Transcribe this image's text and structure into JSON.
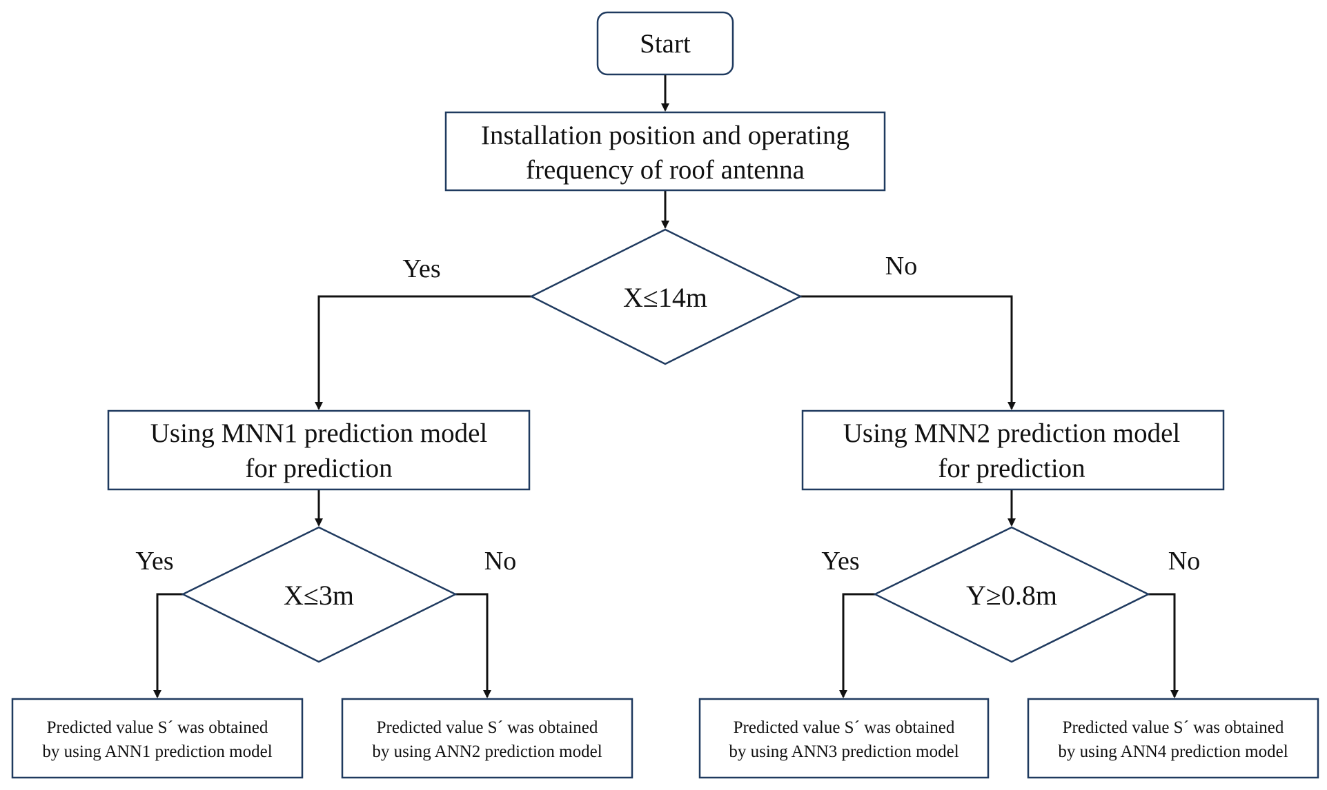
{
  "flowchart": {
    "start": {
      "label": "Start"
    },
    "input": {
      "lines": [
        "Installation position and operating",
        "frequency of roof antenna"
      ]
    },
    "decision_main": {
      "label": "X≤14m",
      "yes": "Yes",
      "no": "No"
    },
    "mnn1": {
      "lines": [
        "Using MNN1 prediction model",
        "for prediction"
      ]
    },
    "mnn2": {
      "lines": [
        "Using MNN2 prediction model",
        "for prediction"
      ]
    },
    "decision_left": {
      "label": "X≤3m",
      "yes": "Yes",
      "no": "No"
    },
    "decision_right": {
      "label": "Y≥0.8m",
      "yes": "Yes",
      "no": "No"
    },
    "ann1": {
      "lines": [
        "Predicted value S´ was obtained",
        "by using ANN1 prediction model"
      ]
    },
    "ann2": {
      "lines": [
        "Predicted value S´ was obtained",
        "by using ANN2 prediction model"
      ]
    },
    "ann3": {
      "lines": [
        "Predicted value S´ was obtained",
        "by using ANN3 prediction model"
      ]
    },
    "ann4": {
      "lines": [
        "Predicted value S´ was obtained",
        "by using ANN4 prediction model"
      ]
    }
  },
  "colors": {
    "stroke": "#1f3a5f",
    "line": "#111111",
    "text": "#111111"
  }
}
